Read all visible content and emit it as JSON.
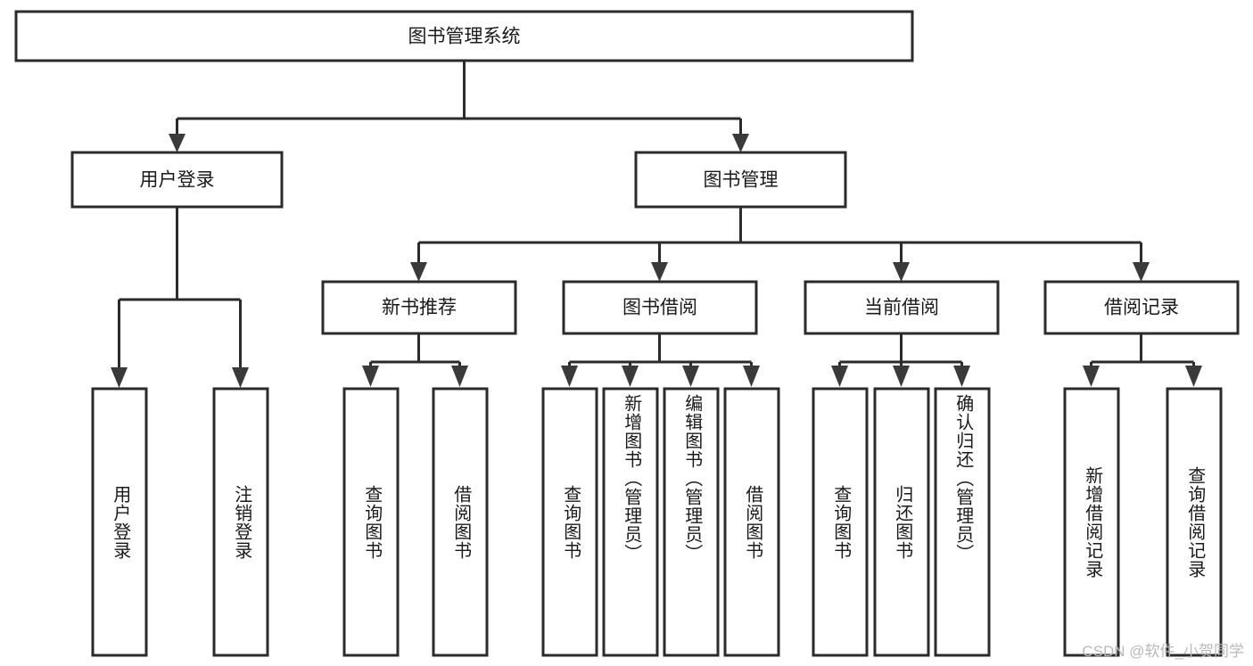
{
  "diagram": {
    "title": "图书管理系统",
    "type": "tree-hierarchy",
    "root": {
      "label": "图书管理系统",
      "orientation": "horizontal"
    },
    "level2": [
      {
        "label": "用户登录",
        "orientation": "horizontal"
      },
      {
        "label": "图书管理",
        "orientation": "horizontal"
      }
    ],
    "level3": [
      {
        "label": "新书推荐",
        "orientation": "horizontal"
      },
      {
        "label": "图书借阅",
        "orientation": "horizontal"
      },
      {
        "label": "当前借阅",
        "orientation": "horizontal"
      },
      {
        "label": "借阅记录",
        "orientation": "horizontal"
      }
    ],
    "leaves": {
      "user_login": [
        {
          "label": "用户登录",
          "orientation": "vertical"
        },
        {
          "label": "注销登录",
          "orientation": "vertical"
        }
      ],
      "new_book_recommend": [
        {
          "label": "查询图书",
          "orientation": "vertical"
        },
        {
          "label": "借阅图书",
          "orientation": "vertical"
        }
      ],
      "book_borrow": [
        {
          "label": "查询图书",
          "orientation": "vertical"
        },
        {
          "label": "新增图书（管理员）",
          "orientation": "vertical"
        },
        {
          "label": "编辑图书（管理员）",
          "orientation": "vertical"
        },
        {
          "label": "借阅图书",
          "orientation": "vertical"
        }
      ],
      "current_borrow": [
        {
          "label": "查询图书",
          "orientation": "vertical"
        },
        {
          "label": "归还图书",
          "orientation": "vertical"
        },
        {
          "label": "确认归还（管理员）",
          "orientation": "vertical"
        }
      ],
      "borrow_record": [
        {
          "label": "新增借阅记录",
          "orientation": "vertical"
        },
        {
          "label": "查询借阅记录",
          "orientation": "vertical"
        }
      ]
    }
  },
  "watermark": {
    "text": "CSDN @软件_小贺同学"
  },
  "colors": {
    "box_stroke": "#2b2b2b",
    "box_fill": "#ffffff",
    "text": "#1a1a1a",
    "watermark": "#b9b9b9",
    "background": "#ffffff"
  }
}
